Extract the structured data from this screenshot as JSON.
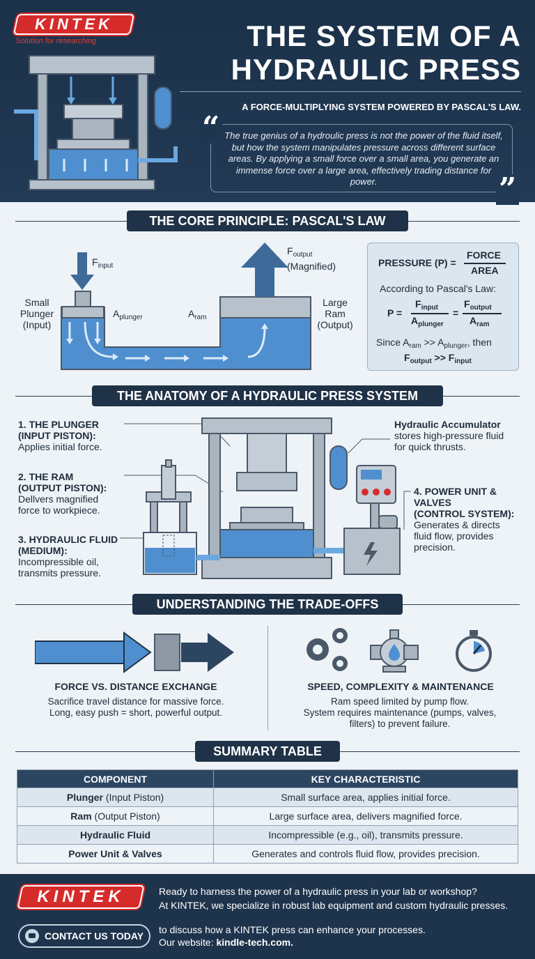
{
  "brand": {
    "name": "KINTEK",
    "tagline": "Solution for researching"
  },
  "header": {
    "title_line1": "THE SYSTEM OF A",
    "title_line2": "HYDRAULIC PRESS",
    "subtitle": "A FORCE-MULTIPLYING SYSTEM POWERED BY PASCAL'S LAW.",
    "quote": "The true genius of a hydroulic press is not the power of the fluid itself, but how the system manipulates pressure across different surface areas. By applying a small force over a small area, you generate an immense force over a large area, effectively trading distance for power."
  },
  "pascal": {
    "section_title": "THE CORE PRINCIPLE: PASCAL'S LAW",
    "f_input": "F",
    "f_input_sub": "input",
    "f_output": "F",
    "f_output_sub": "output",
    "f_output_note": "(Magnified)",
    "small_plunger_1": "Small",
    "small_plunger_2": "Plunger",
    "small_plunger_3": "(Input)",
    "a_plunger": "A",
    "a_plunger_sub": "plunger",
    "a_ram": "A",
    "a_ram_sub": "ram",
    "large_ram_1": "Large",
    "large_ram_2": "Ram",
    "large_ram_3": "(Output)",
    "formula_lhs": "PRESSURE (P) =",
    "formula_num": "FORCE",
    "formula_den": "AREA",
    "according": "According to Pascal's Law:",
    "p_eq": "P =",
    "eq": "=",
    "since": "Since A",
    "since_sub1": "ram",
    "since_mid": " >> A",
    "since_sub2": "plunger",
    "since_end": ", then",
    "then_f1": "F",
    "then_sub1": "output",
    "then_mid": " >> F",
    "then_sub2": "input"
  },
  "anatomy": {
    "section_title": "THE ANATOMY OF A HYDRAULIC PRESS SYSTEM",
    "plunger_title_1": "1. THE PLUNGER",
    "plunger_title_2": "(INPUT PISTON):",
    "plunger_desc": "Applies initial force.",
    "ram_title_1": "2. THE RAM",
    "ram_title_2": "(OUTPUT PISTON):",
    "ram_desc_1": "Dellvers magnified",
    "ram_desc_2": "force to workpiece.",
    "fluid_title_1": "3. HYDRAULIC FLUID",
    "fluid_title_2": "(MEDIUM):",
    "fluid_desc_1": "Incompressible oil,",
    "fluid_desc_2": "transmits pressure.",
    "acc_title": "Hydraulic Accumulator",
    "acc_desc_1": "stores high-pressure fluid",
    "acc_desc_2": "for quick thrusts.",
    "power_title_1": "4. POWER UNIT &",
    "power_title_2": "VALVES",
    "power_title_3": "(CONTROL SYSTEM):",
    "power_desc_1": "Generates & directs",
    "power_desc_2": "fluid flow, provides",
    "power_desc_3": "precision."
  },
  "tradeoffs": {
    "section_title": "UNDERSTANDING THE TRADE-OFFS",
    "left_title": "FORCE VS. DISTANCE EXCHANGE",
    "left_text_1": "Sacrifice travel distance for massive force.",
    "left_text_2": "Long, easy push = short, powerful output.",
    "right_title": "SPEED, COMPLEXITY & MAINTENANCE",
    "right_text_1": "Ram speed limited by pump flow.",
    "right_text_2": "System requires maintenance (pumps, valves,",
    "right_text_3": "filters) to prevent failure."
  },
  "summary": {
    "section_title": "SUMMARY TABLE",
    "headers": [
      "COMPONENT",
      "KEY CHARACTERISTIC"
    ],
    "rows": [
      {
        "name": "Plunger",
        "note": " (Input Piston)",
        "desc": "Small surface area, applies initial force."
      },
      {
        "name": "Ram",
        "note": " (Output Piston)",
        "desc": "Large surface area, delivers magnified force."
      },
      {
        "name": "Hydraulic Fluid",
        "note": "",
        "desc": "Incompressible (e.g., oil), transmits pressure."
      },
      {
        "name": "Power Unit & Valves",
        "note": "",
        "desc": "Generates and controls fluid flow, provides precision."
      }
    ]
  },
  "footer": {
    "line1": "Ready to harness the power of a hydraulic press in your lab or workshop?",
    "line2": "At KINTEK, we specialize in robust lab equipment and custom hydraulic presses.",
    "line3": "to discuss how a KINTEK press can enhance your processes.",
    "line4_prefix": "Our website: ",
    "line4_link": "kindle-tech.com.",
    "contact_label": "CONTACT US TODAY"
  },
  "colors": {
    "navy": "#1f3247",
    "fluid_blue": "#4f8fd0",
    "steel": "#a9b4bf",
    "brand_red": "#d62b2b"
  }
}
